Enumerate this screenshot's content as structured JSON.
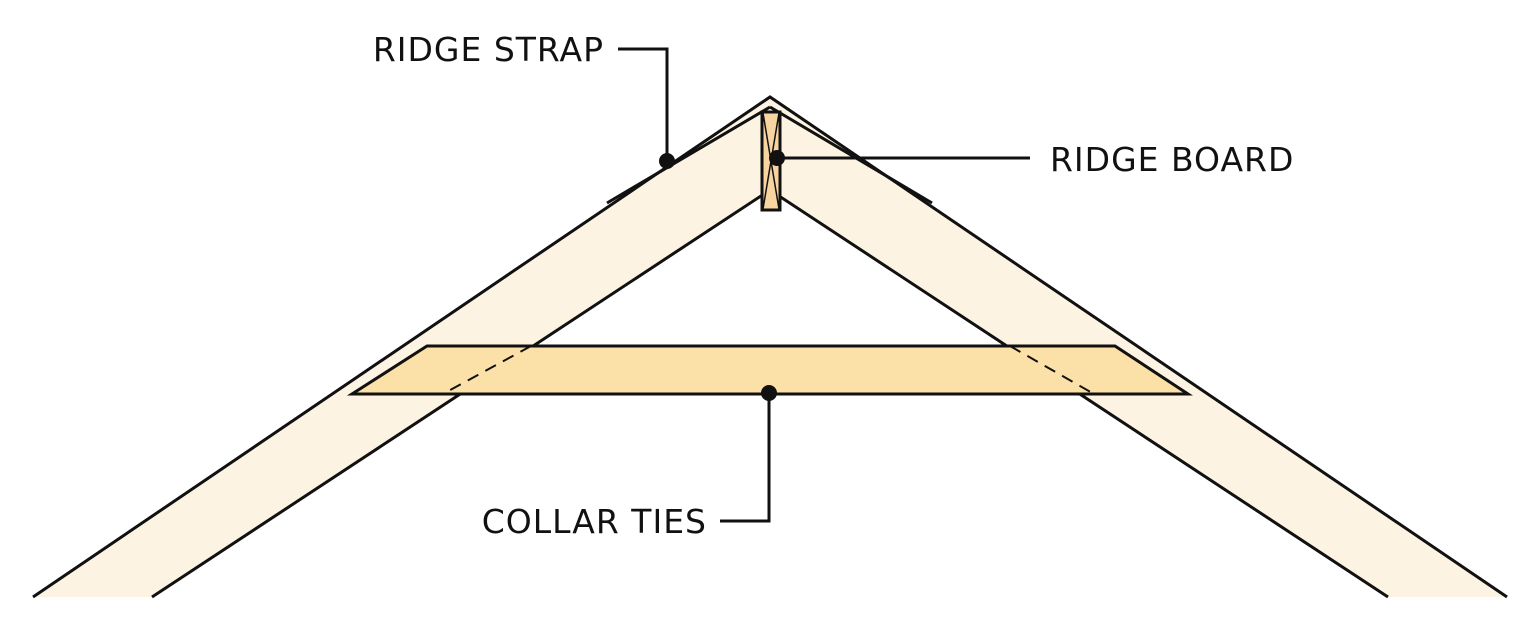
{
  "callouts": {
    "ridge_strap": "RIDGE STRAP",
    "ridge_board": "RIDGE BOARD",
    "collar_ties": "COLLAR TIES"
  },
  "colors": {
    "rafter_fill": "#fdf3e2",
    "collar_tie_fill": "#fbe0a8",
    "ridge_board_fill": "#f7d4a0",
    "line": "#111111",
    "background": "#ffffff"
  }
}
